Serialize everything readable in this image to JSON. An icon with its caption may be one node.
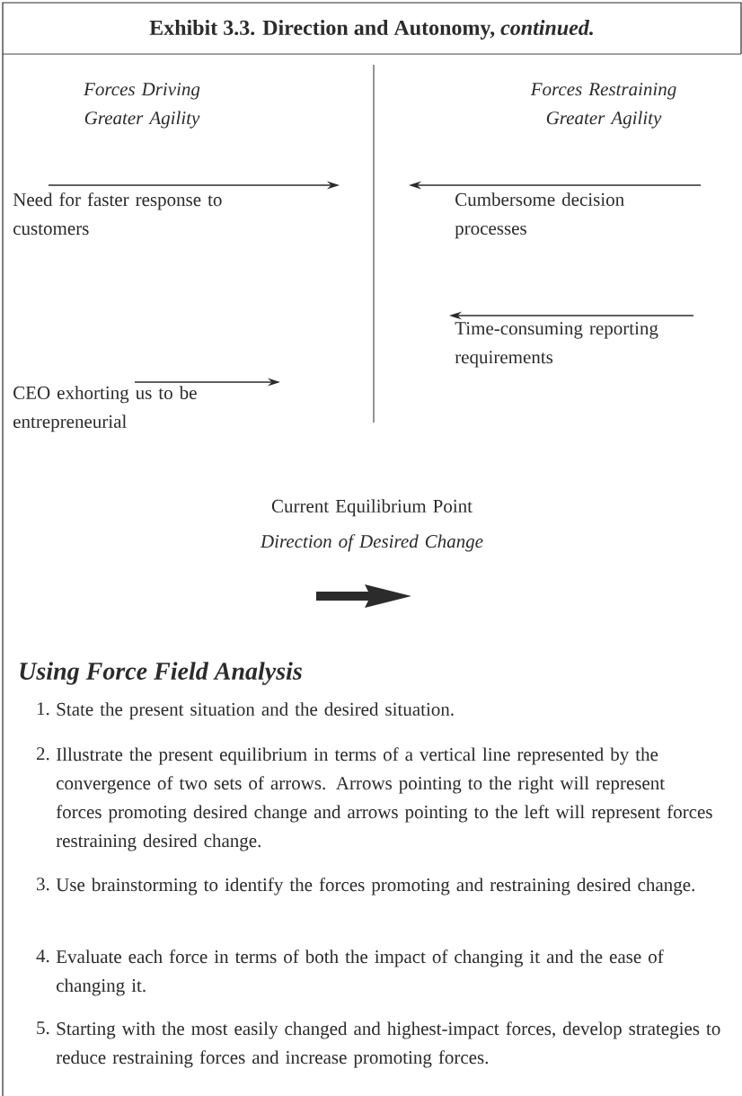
{
  "diagram": {
    "title": "Exhibit 3.3.  Direction and Autonomy, *continued.*",
    "labels": [
      "Forces Driving Greater Agility",
      "Forces Restraining Greater Agility",
      "Need for faster response to customers",
      "Cumbersome decision processes",
      "Time-consuming reporting requirements",
      "CEO exhorting us to be entrepreneurial",
      "Current Equilibrium Point",
      "Direction of Desired Change",
      "Using Force Field Analysis",
      "1.",
      "State the present situation and the desired situation.",
      "2.",
      "Illustrate the present equilibrium in terms of a vertical line represented by the convergence of two sets of arrows. Arrows pointing to the right will represent forces promoting desired change and arrows pointing to the left will represent forces restraining desired change.",
      "3.",
      "Use brainstorming to identify the forces promoting and restraining desired change.",
      "4.",
      "Evaluate each force in terms of both the impact of changing it and the ease of changing it.",
      "5.",
      "Starting with the most easily changed and highest-impact forces, develop strategies to reduce restraining forces and increase promoting forces."
    ]
  }
}
